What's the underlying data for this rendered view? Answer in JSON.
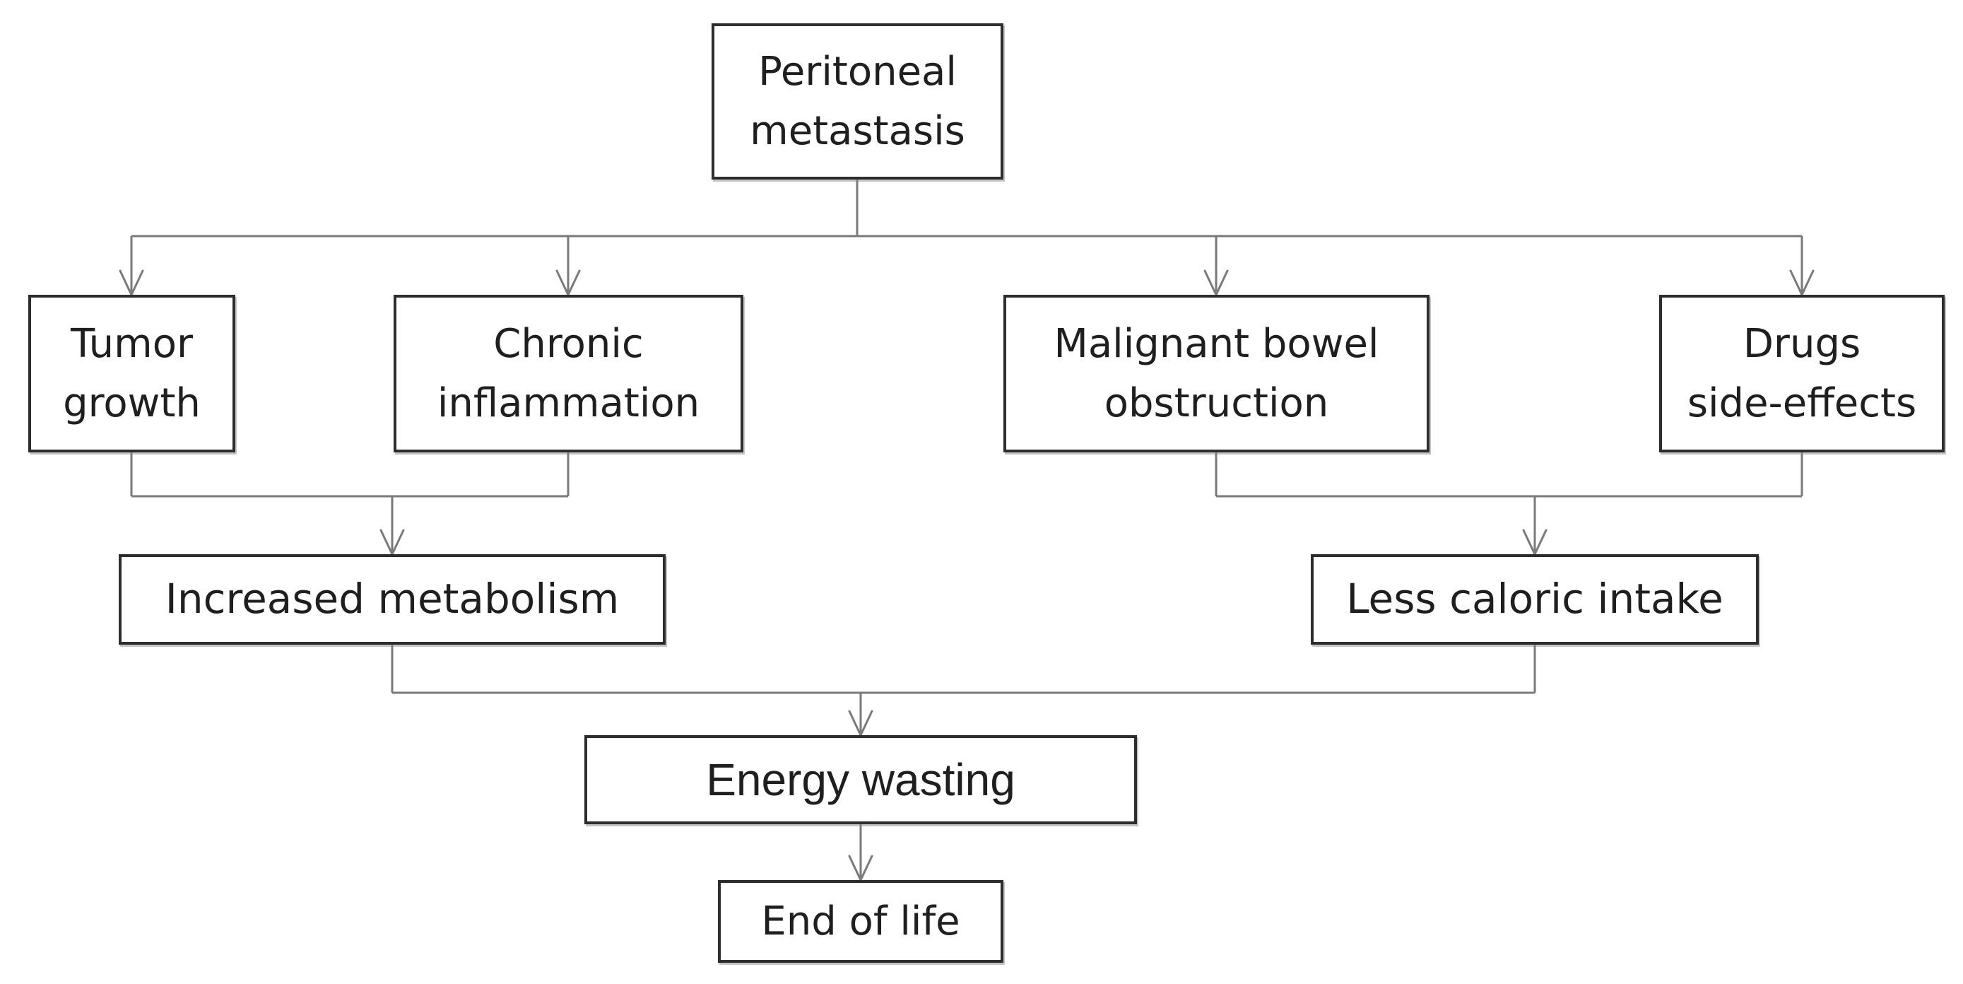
{
  "diagram": {
    "type": "flowchart",
    "nodes": {
      "peritoneal": {
        "label": "Peritoneal\nmetastasis"
      },
      "tumor": {
        "label": "Tumor\ngrowth"
      },
      "chronic": {
        "label": "Chronic\ninflammation"
      },
      "malignant": {
        "label": "Malignant bowel\nobstruction"
      },
      "drugs": {
        "label": "Drugs\nside-effects"
      },
      "metabolism": {
        "label": "Increased metabolism"
      },
      "caloric": {
        "label": "Less caloric intake"
      },
      "energy": {
        "label": "Energy wasting"
      },
      "endoflife": {
        "label": "End of life"
      }
    },
    "edges": [
      {
        "from": "Peritoneal metastasis",
        "to": "Tumor growth"
      },
      {
        "from": "Peritoneal metastasis",
        "to": "Chronic inflammation"
      },
      {
        "from": "Peritoneal metastasis",
        "to": "Malignant bowel obstruction"
      },
      {
        "from": "Peritoneal metastasis",
        "to": "Drugs side-effects"
      },
      {
        "from": "Tumor growth",
        "to": "Increased metabolism"
      },
      {
        "from": "Chronic inflammation",
        "to": "Increased metabolism"
      },
      {
        "from": "Malignant bowel obstruction",
        "to": "Less caloric intake"
      },
      {
        "from": "Drugs side-effects",
        "to": "Less caloric intake"
      },
      {
        "from": "Increased metabolism",
        "to": "Energy wasting"
      },
      {
        "from": "Less caloric intake",
        "to": "Energy wasting"
      },
      {
        "from": "Energy wasting",
        "to": "End of life"
      }
    ],
    "colors": {
      "background": "#ffffff",
      "box_border": "#2d2d2d",
      "line": "#7a7a7a",
      "text": "#1f1f1f"
    }
  }
}
